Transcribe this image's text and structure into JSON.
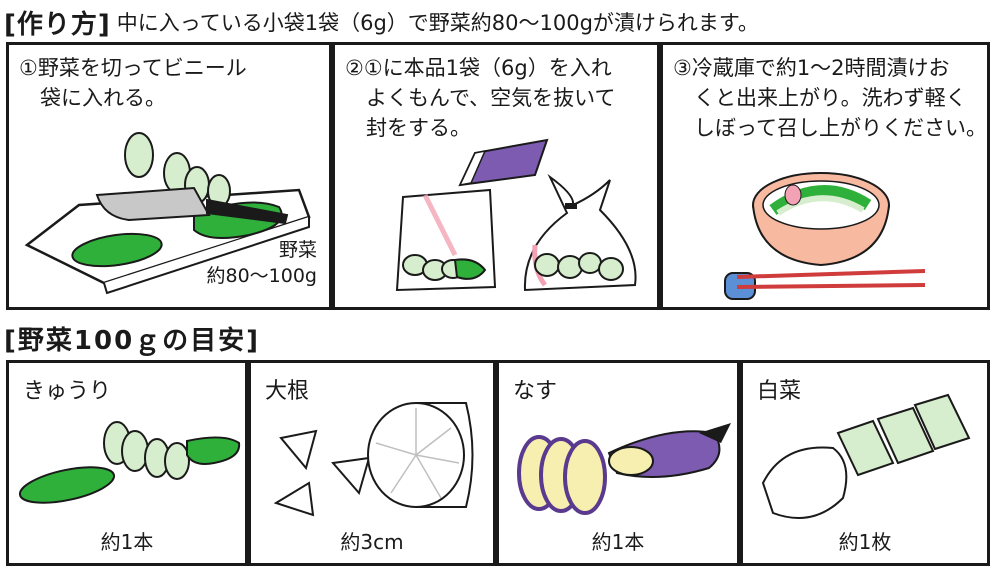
{
  "header": {
    "tag": "[作り方]",
    "description": "中に入っている小袋1袋（6g）で野菜約80～100gが漬けられます。"
  },
  "steps": [
    {
      "text": "①野菜を切ってビニール\n　袋に入れる。",
      "amount": "野菜\n約80～100g"
    },
    {
      "text": "②①に本品1袋（6g）を入れ\n　よくもんで、空気を抜いて\n　封をする。"
    },
    {
      "text": "③冷蔵庫で約1～2時間漬けお\n　くと出来上がり。洗わず軽く\n　しぼって召し上がりください。"
    }
  ],
  "section2": {
    "title": "[野菜100ｇの目安]"
  },
  "vegetables": [
    {
      "name": "きゅうり",
      "amount": "約1本"
    },
    {
      "name": "大根",
      "amount": "約3cm"
    },
    {
      "name": "なす",
      "amount": "約1本"
    },
    {
      "name": "白菜",
      "amount": "約1枚"
    }
  ],
  "colors": {
    "green": "#2fb03a",
    "light_green": "#d6eecd",
    "purple": "#5a3a8e",
    "pink": "#f2a2b4",
    "red": "#d03b3b",
    "blue": "#5b8fd6"
  },
  "icons": [
    "cutting-board-icon",
    "knife-icon",
    "cucumber-icon",
    "bag-icon",
    "seasoning-packet-icon",
    "bowl-icon",
    "chopsticks-icon",
    "daikon-icon",
    "eggplant-icon",
    "napa-cabbage-icon"
  ]
}
